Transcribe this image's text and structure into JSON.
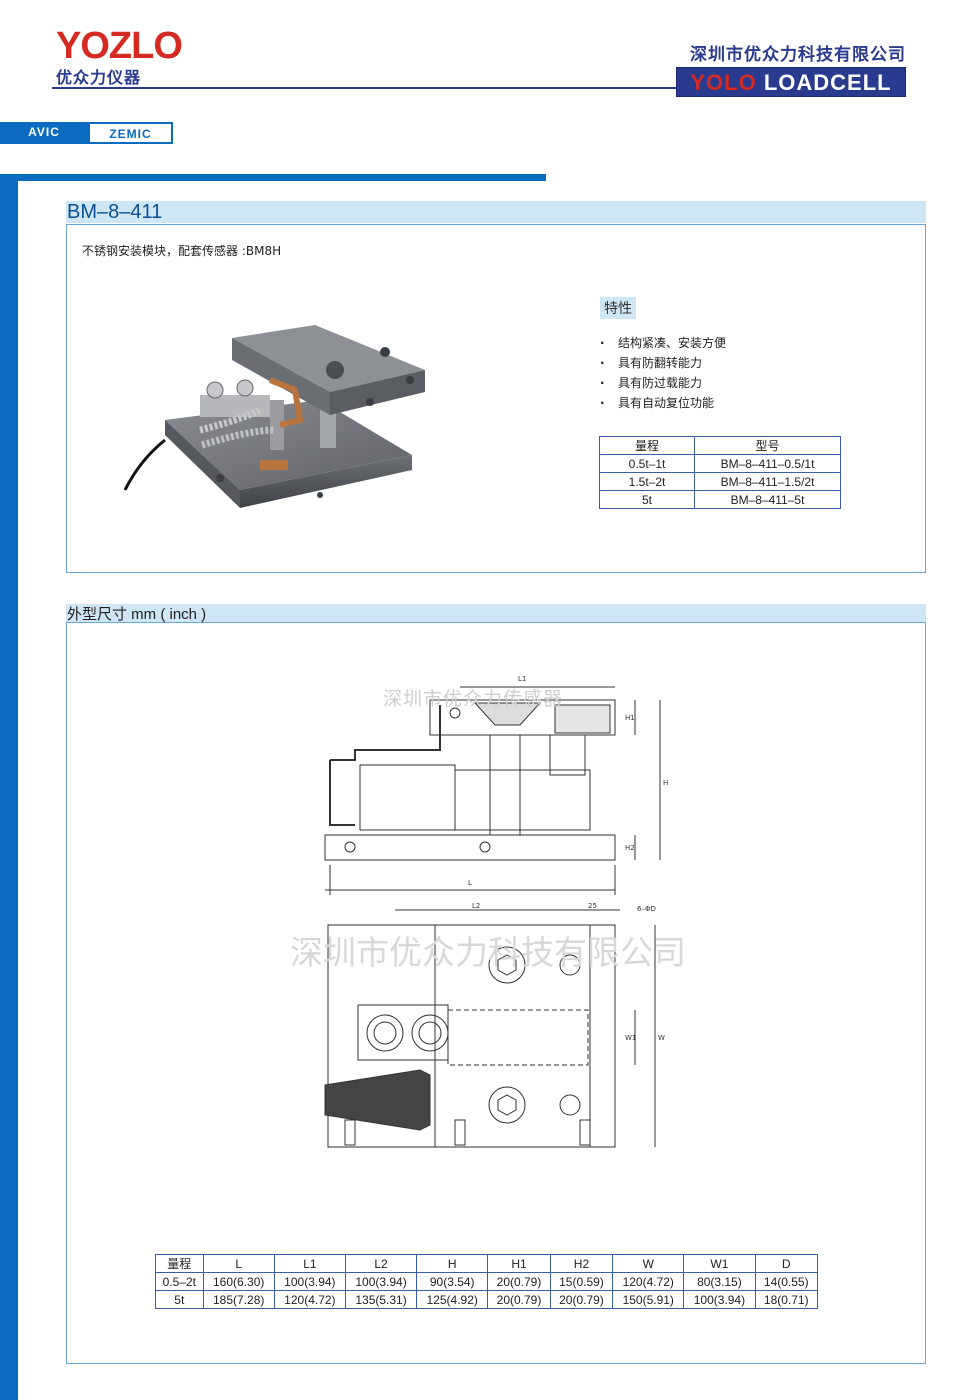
{
  "header": {
    "logo_text": "YOZLO",
    "logo_sub": "优众力仪器",
    "company_name": "深圳市优众力科技有限公司",
    "badge_part1": "YOLO",
    "badge_part2": "LOADCELL"
  },
  "tabs": [
    {
      "label": "AVIC"
    },
    {
      "label": "ZEMIC"
    }
  ],
  "product": {
    "title": "BM–8–411",
    "description": "不锈钢安装模块，配套传感器 :BM8H"
  },
  "features": {
    "title": "特性",
    "items": [
      "结构紧凑、安装方便",
      "具有防翻转能力",
      "具有防过载能力",
      "具有自动复位功能"
    ]
  },
  "model_table": {
    "headers": [
      "量程",
      "型号"
    ],
    "rows": [
      [
        "0.5t–1t",
        "BM–8–411–0.5/1t"
      ],
      [
        "1.5t–2t",
        "BM–8–411–1.5/2t"
      ],
      [
        "5t",
        "BM–8–411–5t"
      ]
    ]
  },
  "dimensions": {
    "title": "外型尺寸 mm ( inch )",
    "watermark_small": "深圳市优众力传感器",
    "watermark_large": "深圳市优众力科技有限公司",
    "drawing_labels": {
      "L": "L",
      "L1": "L1",
      "L2": "L2",
      "H": "H",
      "H1": "H1",
      "H2": "H2",
      "W": "W",
      "W1": "W1",
      "dim25": "25",
      "holes": "6–ΦD"
    },
    "table_headers": [
      "量程",
      "L",
      "L1",
      "L2",
      "H",
      "H1",
      "H2",
      "W",
      "W1",
      "D"
    ],
    "table_rows": [
      [
        "0.5–2t",
        "160(6.30)",
        "100(3.94)",
        "100(3.94)",
        "90(3.54)",
        "20(0.79)",
        "15(0.59)",
        "120(4.72)",
        "80(3.15)",
        "14(0.55)"
      ],
      [
        "5t",
        "185(7.28)",
        "120(4.72)",
        "135(5.31)",
        "125(4.92)",
        "20(0.79)",
        "20(0.79)",
        "150(5.91)",
        "100(3.94)",
        "18(0.71)"
      ]
    ]
  }
}
